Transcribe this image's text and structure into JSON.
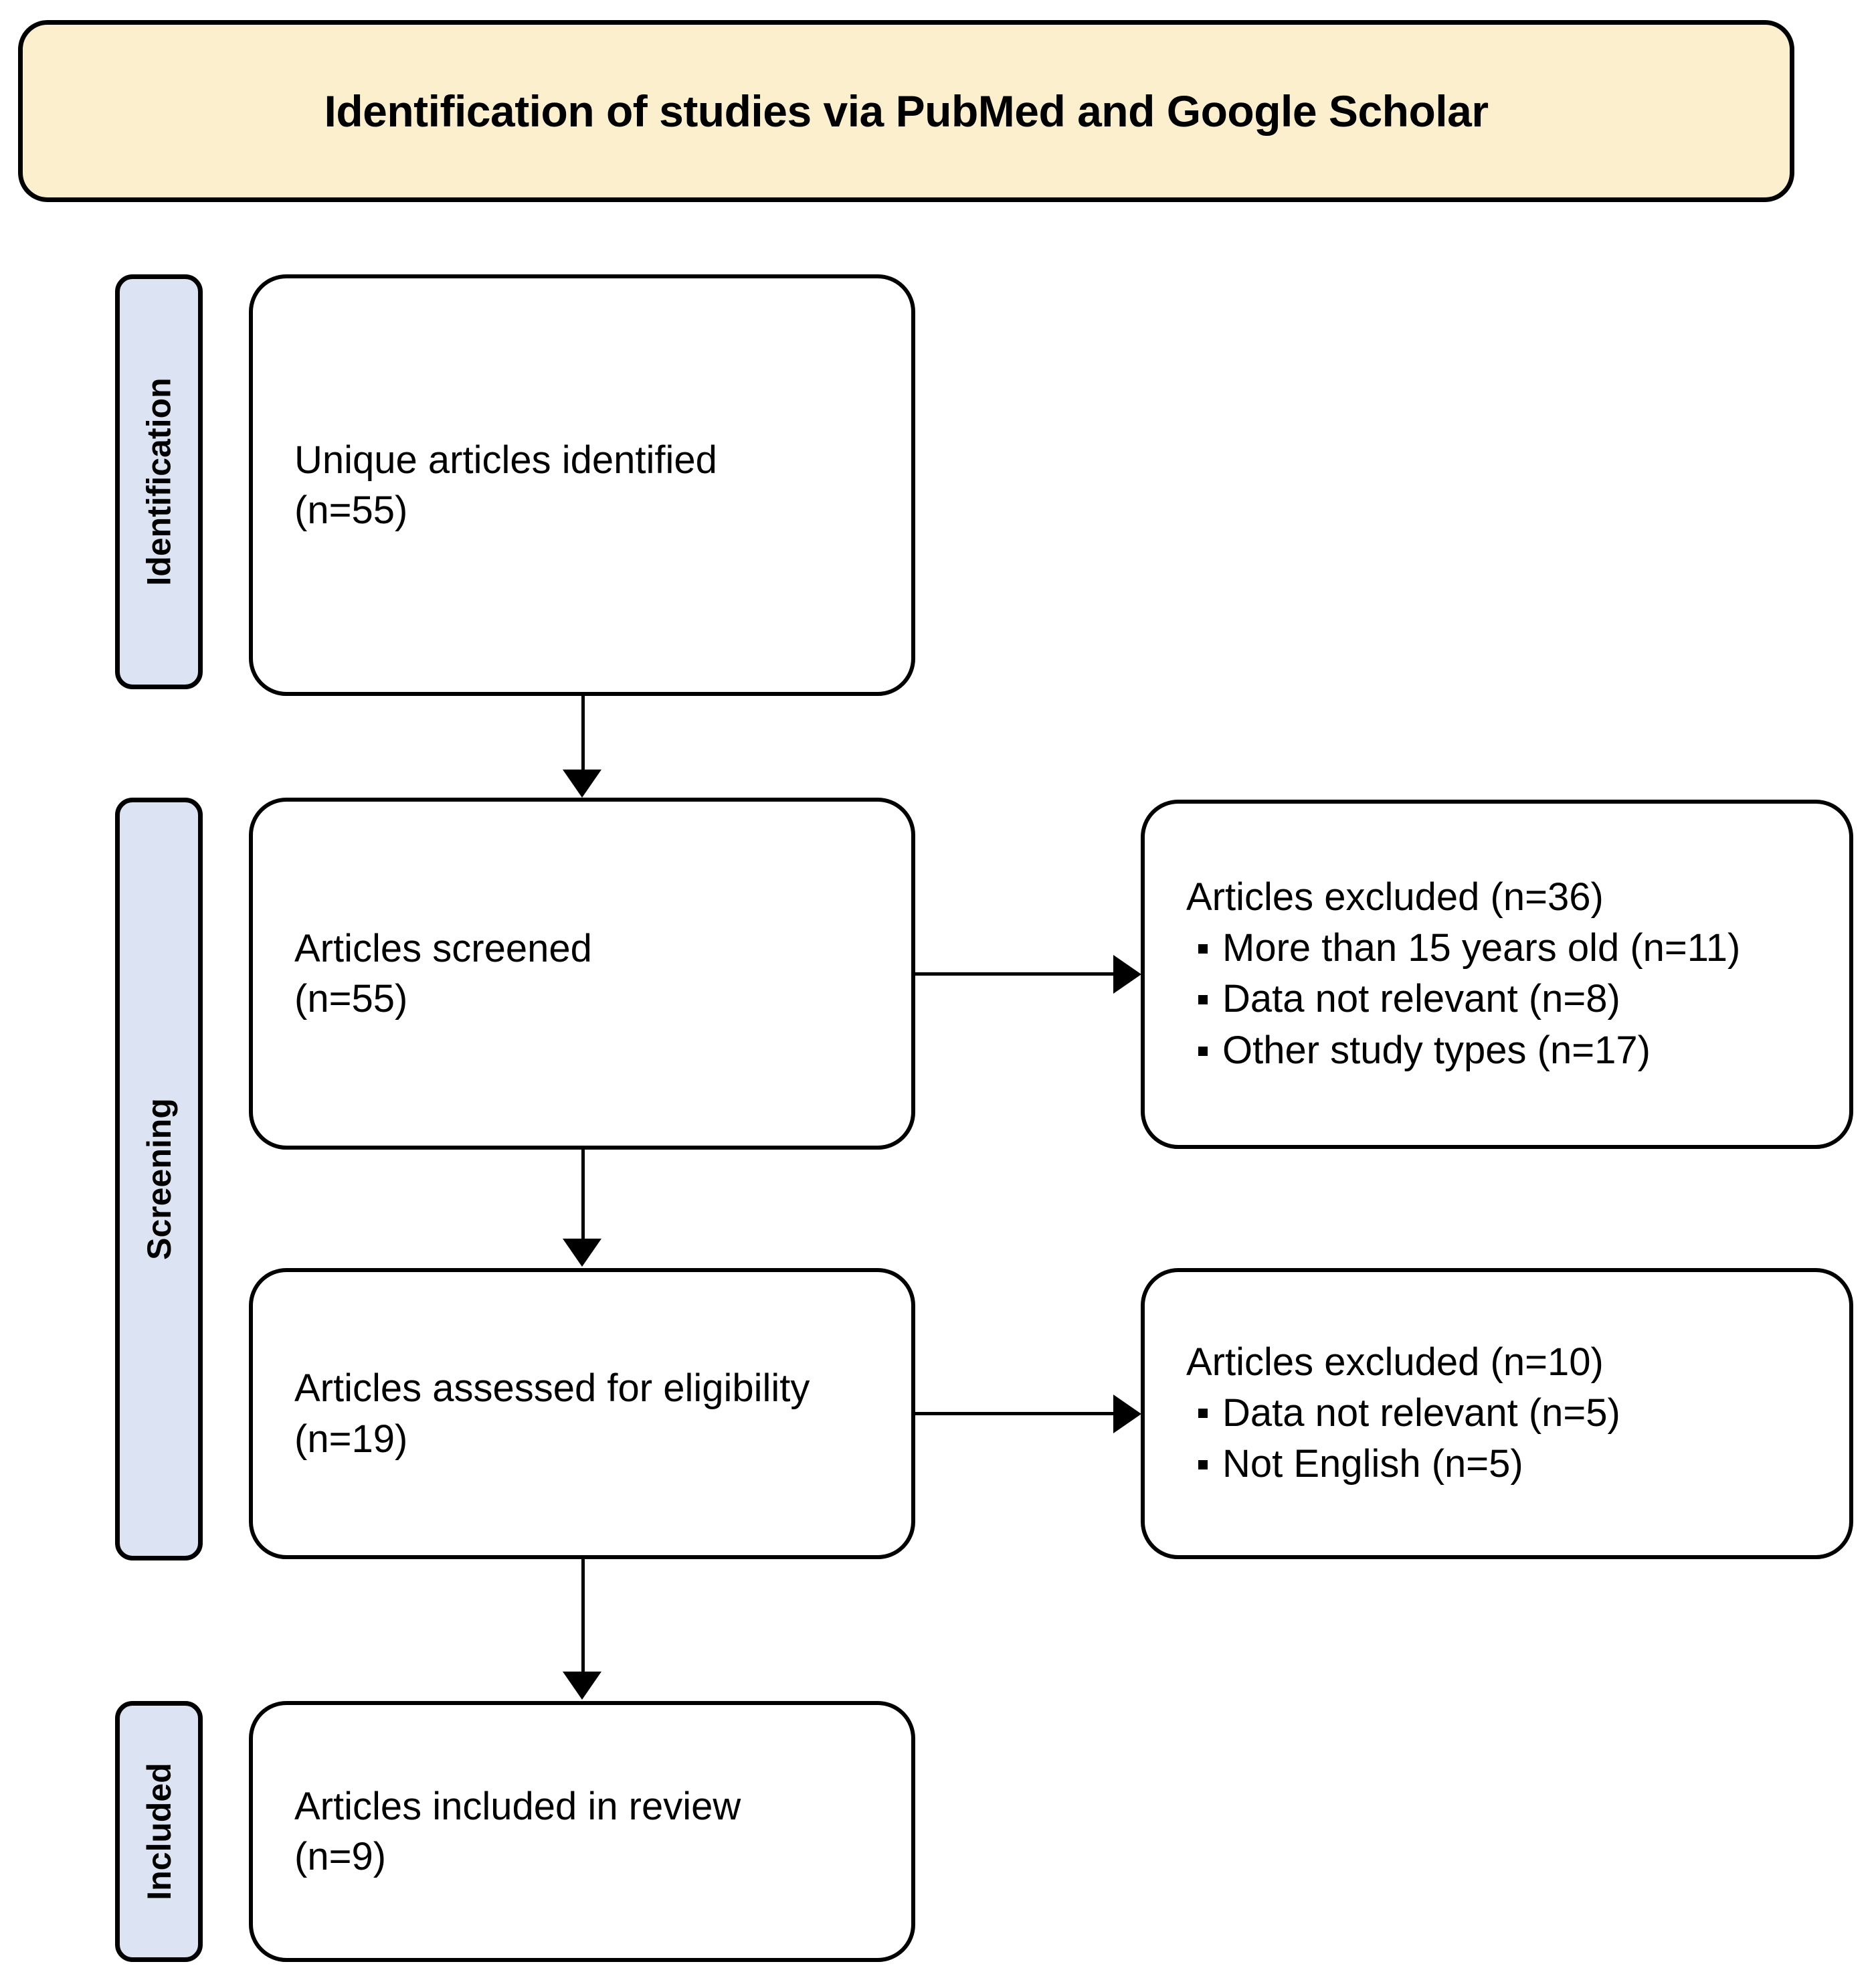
{
  "header": {
    "title": "Identification of studies via PubMed and Google Scholar",
    "background_color": "#FBEFCD",
    "border_color": "#000000"
  },
  "stages": [
    {
      "id": "identification",
      "label": "Identification",
      "background_color": "#DCE4F3"
    },
    {
      "id": "screening",
      "label": "Screening",
      "background_color": "#DCE4F3"
    },
    {
      "id": "included",
      "label": "Included",
      "background_color": "#DCE4F3"
    }
  ],
  "boxes": {
    "identified": {
      "line1": "Unique articles identified",
      "line2": "(n=55)",
      "count": 55
    },
    "screened": {
      "line1": "Articles screened",
      "line2": "(n=55)",
      "count": 55
    },
    "eligibility": {
      "line1": "Articles assessed for eligibility",
      "line2": "(n=19)",
      "count": 19
    },
    "included": {
      "line1": "Articles included in review",
      "line2": "(n=9)",
      "count": 9
    }
  },
  "exclusions": {
    "first": {
      "heading": "Articles excluded (n=36)",
      "count": 36,
      "reasons": [
        {
          "label": "More than 15 years old (n=11)",
          "count": 11
        },
        {
          "label": "Data not relevant (n=8)",
          "count": 8
        },
        {
          "label": "Other study types (n=17)",
          "count": 17
        }
      ]
    },
    "second": {
      "heading": "Articles excluded (n=10)",
      "count": 10,
      "reasons": [
        {
          "label": "Data not relevant (n=5)",
          "count": 5
        },
        {
          "label": "Not English (n=5)",
          "count": 5
        }
      ]
    }
  },
  "chart_data": {
    "type": "table",
    "title": "Identification of studies via PubMed and Google Scholar",
    "categories": [
      "Unique articles identified",
      "Articles screened",
      "Articles excluded (screening)",
      "Articles assessed for eligibility",
      "Articles excluded (eligibility)",
      "Articles included in review"
    ],
    "values": [
      55,
      55,
      36,
      19,
      10,
      9
    ],
    "xlabel": "",
    "ylabel": "n"
  }
}
